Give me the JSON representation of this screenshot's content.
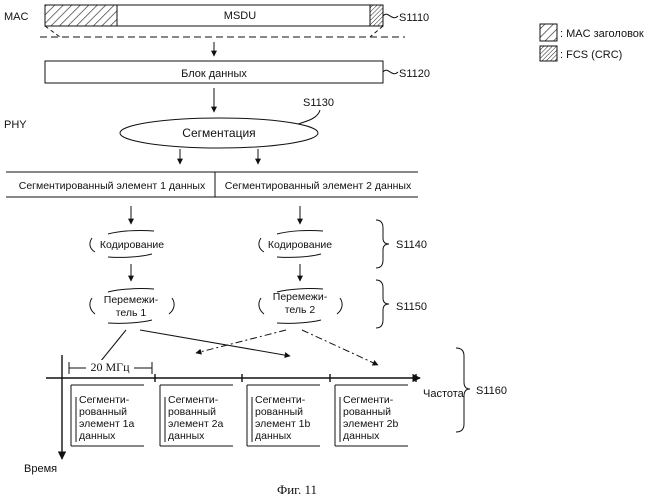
{
  "labels": {
    "mac": "MAC",
    "phy": "PHY",
    "msdu": "MSDU",
    "data_block": "Блок данных",
    "segmentation": "Сегментация",
    "segment1": "Сегментированный элемент 1 данных",
    "segment2": "Сегментированный элемент 2 данных",
    "coding": "Кодирование",
    "interleaver1": [
      "Перемежи-",
      "тель 1"
    ],
    "interleaver2": [
      "Перемежи-",
      "тель 2"
    ],
    "bandwidth": "20 МГц",
    "frequency": "Частота",
    "time": "Время",
    "figure": "Фиг. 11"
  },
  "steps": {
    "s1110": "S1110",
    "s1120": "S1120",
    "s1130": "S1130",
    "s1140": "S1140",
    "s1150": "S1150",
    "s1160": "S1160"
  },
  "legend": {
    "mac_header": ": MAC заголовок",
    "fcs": ": FCS (CRC)"
  },
  "channels": [
    [
      "Сегменти-",
      "рованный",
      "элемент 1a",
      "данных"
    ],
    [
      "Сегменти-",
      "рованный",
      "элемент 2a",
      "данных"
    ],
    [
      "Сегменти-",
      "рованный",
      "элемент 1b",
      "данных"
    ],
    [
      "Сегменти-",
      "рованный",
      "элемент 2b",
      "данных"
    ]
  ]
}
